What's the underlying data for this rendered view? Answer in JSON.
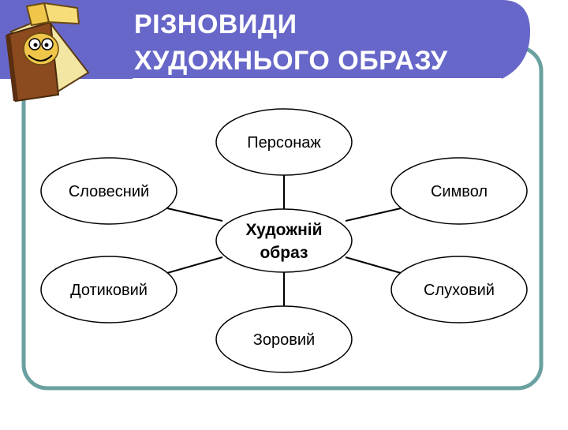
{
  "title": {
    "line1": "РІЗНОВИДИ",
    "line2": "ХУДОЖНЬОГО ОБРАЗУ"
  },
  "diagram": {
    "center": {
      "line1": "Художній",
      "line2": "образ"
    },
    "nodes": {
      "top": "Персонаж",
      "upper_left": "Словесний",
      "upper_right": "Символ",
      "lower_left": "Дотиковий",
      "lower_right": "Слуховий",
      "bottom": "Зоровий"
    }
  },
  "colors": {
    "banner": "#6767c9",
    "frame": "#6aa0a0",
    "connector": "#000000",
    "node_fill": "#ffffff",
    "node_stroke": "#000000",
    "book_cover": "#8b4b1e"
  },
  "icons": [
    "book-mascot-icon"
  ]
}
